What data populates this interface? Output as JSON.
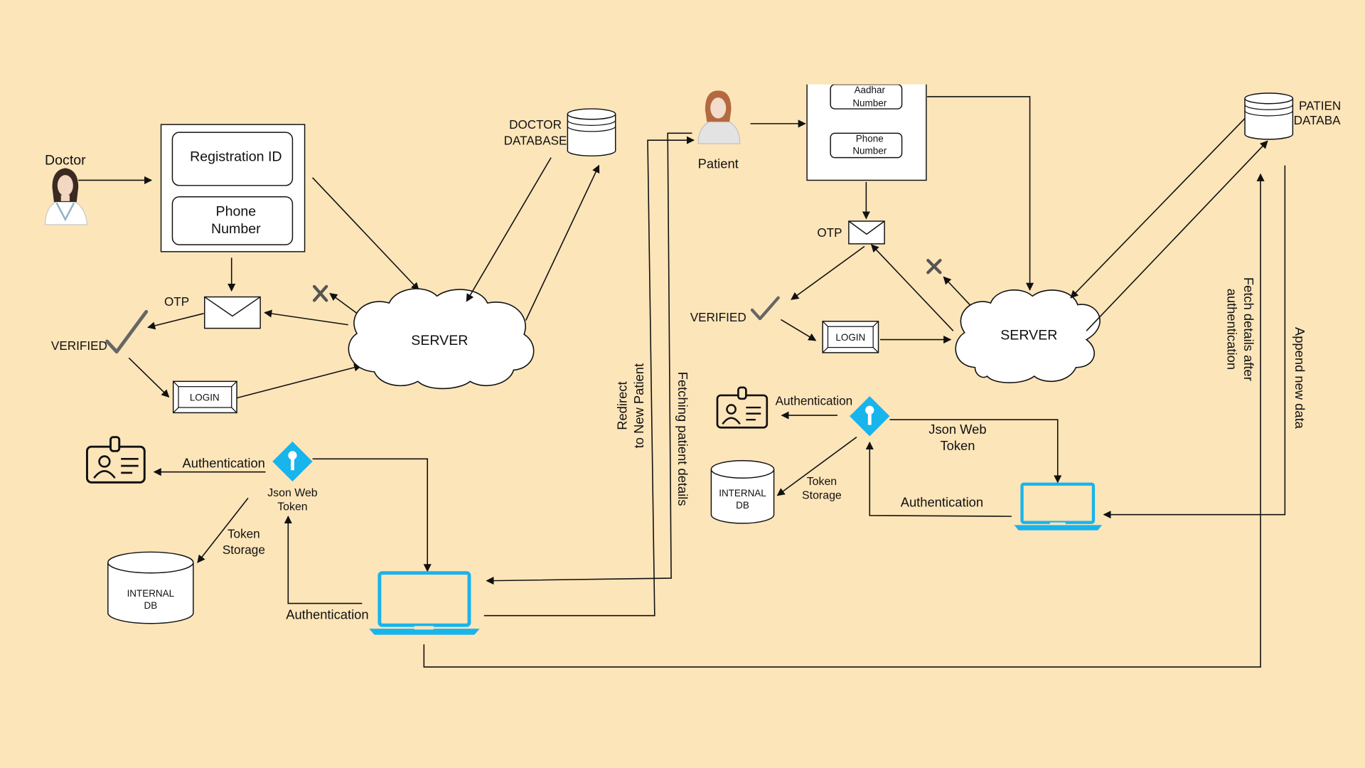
{
  "colors": {
    "background": "#FDE5BA",
    "stroke": "#111111",
    "accent_blue": "#18B4EC",
    "box_fill": "#FFFFFF"
  },
  "doctor_side": {
    "doctor_label": "Doctor",
    "registration_id": "Registration ID",
    "phone_number_line1": "Phone",
    "phone_number_line2": "Number",
    "otp_label": "OTP",
    "verified_label": "VERIFIED",
    "login_label": "LOGIN",
    "server_label": "SERVER",
    "doctor_db_line1": "DOCTOR",
    "doctor_db_line2": "DATABASE",
    "authentication_label": "Authentication",
    "jwt_line1": "Json Web",
    "jwt_line2": "Token",
    "token_storage_line1": "Token",
    "token_storage_line2": "Storage",
    "internal_db_line1": "INTERNAL",
    "internal_db_line2": "DB",
    "laptop_auth_label": "Authentication"
  },
  "middle": {
    "redirect_line1": "Redirect",
    "redirect_line2": "to New Patient",
    "fetching_label": "Fetching patient details"
  },
  "patient_side": {
    "patient_label": "Patient",
    "aadhar_line1": "Aadhar",
    "aadhar_line2": "Number",
    "phone_line1": "Phone",
    "phone_line2": "Number",
    "otp_label": "OTP",
    "verified_label": "VERIFIED",
    "login_label": "LOGIN",
    "server_label": "SERVER",
    "patient_db_line1": "PATIEN",
    "patient_db_line2": "DATABA",
    "authentication_label": "Authentication",
    "jwt_line1": "Json Web",
    "jwt_line2": "Token",
    "token_storage_line1": "Token",
    "token_storage_line2": "Storage",
    "internal_db_line1": "INTERNAL",
    "internal_db_line2": "DB",
    "laptop_auth_label": "Authentication",
    "fetch_details_line1": "Fetch details after",
    "fetch_details_line2": "authentication",
    "append_label": "Append new data"
  }
}
